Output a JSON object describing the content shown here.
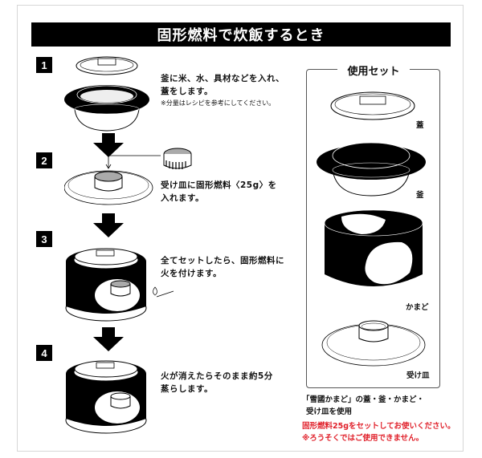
{
  "title": "固形燃料で炊飯するとき",
  "steps": [
    {
      "number": "1",
      "text_line1": "釜に米、水、具材などを入れ、",
      "text_line2": "蓋をします。",
      "note": "※分量はレシピを参考にしてください。"
    },
    {
      "number": "2",
      "text_line1": "受け皿に固形燃料〈25g〉を",
      "text_line2": "入れます。"
    },
    {
      "number": "3",
      "text_line1": "全てセットしたら、固形燃料に",
      "text_line2": "火を付けます。"
    },
    {
      "number": "4",
      "text_line1": "火が消えたらそのまま約5分",
      "text_line2": "蒸らします。"
    }
  ],
  "set_panel": {
    "title": "使用セット",
    "parts": [
      {
        "label": "蓋",
        "icon": "lid-icon"
      },
      {
        "label": "釜",
        "icon": "pot-icon"
      },
      {
        "label": "かまど",
        "icon": "stove-icon"
      },
      {
        "label": "受け皿",
        "icon": "tray-icon"
      }
    ]
  },
  "caption_line1": "「雪國かまど」の蓋・釜・かまど・",
  "caption_line2": "受け皿を使用",
  "warning_line1": "固形燃料25gをセットしてお使いください。",
  "warning_line2": "※ろうそくではご使用できません。",
  "colors": {
    "warning": "#e0202a",
    "title_bg": "#000000",
    "frame": "#d6d6d6"
  }
}
